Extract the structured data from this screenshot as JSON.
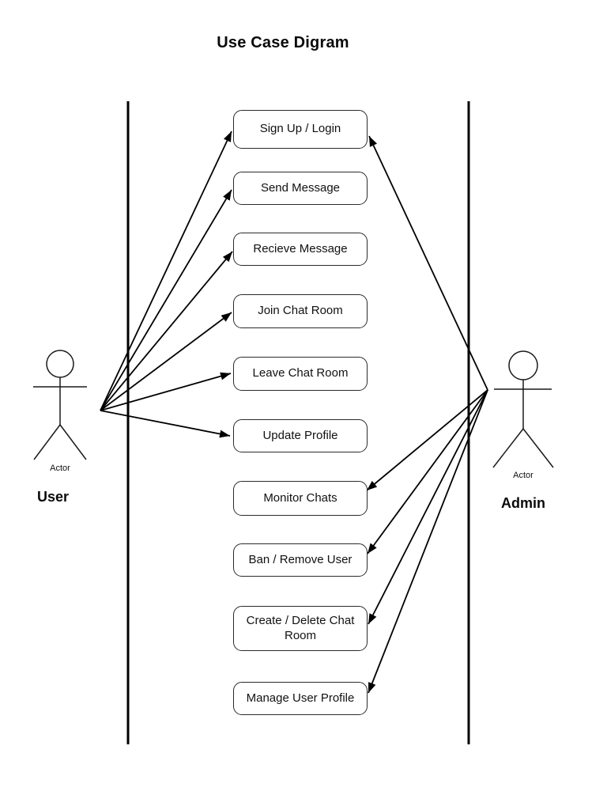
{
  "title": "Use Case Digram",
  "actors": {
    "user": {
      "name": "User",
      "type_label": "Actor"
    },
    "admin": {
      "name": "Admin",
      "type_label": "Actor"
    }
  },
  "usecases": [
    {
      "label": "Sign Up / Login"
    },
    {
      "label": "Send Message"
    },
    {
      "label": "Recieve Message"
    },
    {
      "label": "Join Chat Room"
    },
    {
      "label": "Leave Chat Room"
    },
    {
      "label": "Update Profile"
    },
    {
      "label": "Monitor Chats"
    },
    {
      "label": "Ban / Remove User"
    },
    {
      "label": "Create / Delete Chat Room"
    },
    {
      "label": "Manage User Profile"
    }
  ],
  "connections": {
    "user": [
      "Sign Up / Login",
      "Send Message",
      "Recieve Message",
      "Join Chat Room",
      "Leave Chat Room",
      "Update Profile"
    ],
    "admin": [
      "Sign Up / Login",
      "Monitor Chats",
      "Ban / Remove User",
      "Create / Delete Chat Room",
      "Manage User Profile"
    ]
  },
  "colors": {
    "background": "#ffffff",
    "line": "#000000",
    "box_border": "#2b2b2b",
    "text": "#111111"
  }
}
